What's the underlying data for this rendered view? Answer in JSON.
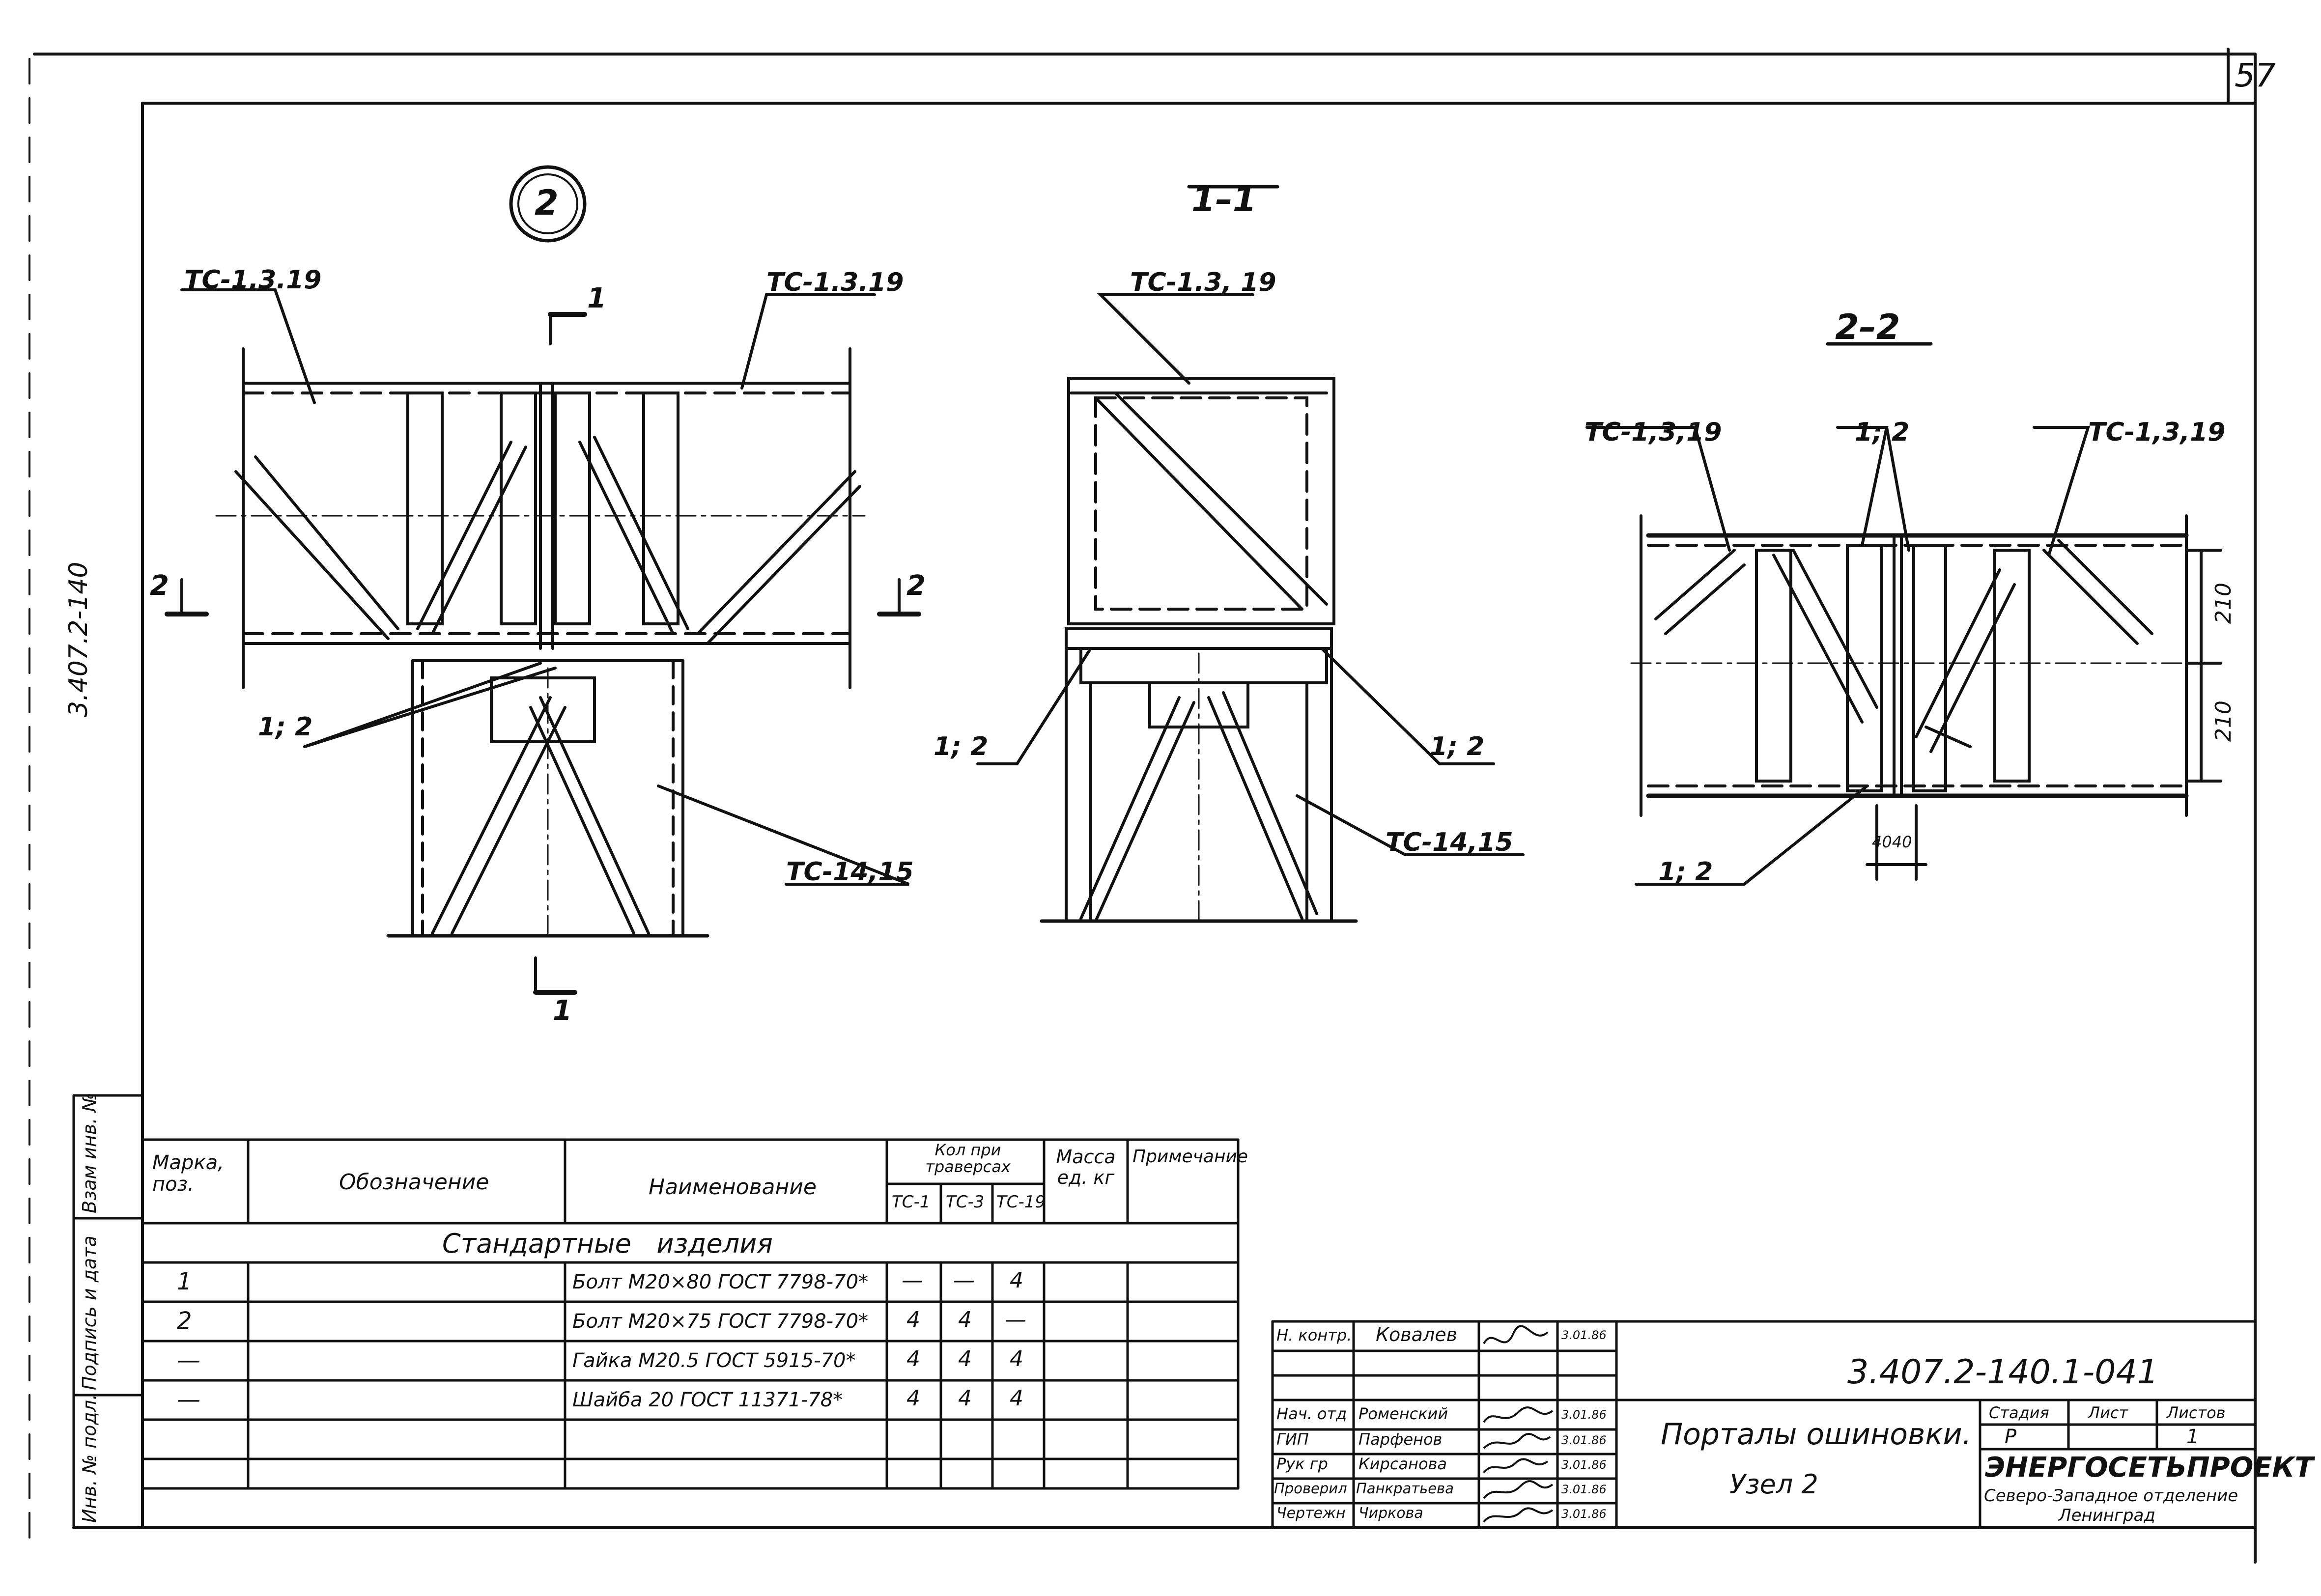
{
  "sheet_number": "57",
  "side_code": "3.407.2-140",
  "node_mark": "2",
  "sections": {
    "s11": "1–1",
    "s22": "2–2"
  },
  "cut_marks": {
    "one": "1",
    "two": "2"
  },
  "labels": {
    "tc_1_3_19_a": "ТС-1.3.19",
    "tc_1_3_19_b": "ТС-1.3, 19",
    "tc_1_3_19_c": "ТС-1,3,19",
    "tc_14_15_a": "ТС-14,15",
    "tc_14_15_b": "ТС-14,15",
    "pos_12": "1; 2",
    "dim_210": "210",
    "dim_4040": "4040"
  },
  "side_stamps": [
    "Взам инв. №",
    "Подпись и дата",
    "Инв. № подл."
  ],
  "spec_table": {
    "headers": {
      "mark": "Марка, поз.",
      "designation": "Обозначение",
      "name": "Наименование",
      "qty_group": "Кол при траверсах",
      "qty_cols": [
        "ТС-1",
        "ТС-3",
        "ТС-19"
      ],
      "mass": "Масса ед. кг",
      "note": "Примечание"
    },
    "section_title": "Стандартные   изделия",
    "rows": [
      {
        "mark": "1",
        "name": "Болт М20×80 ГОСТ 7798-70*",
        "q1": "—",
        "q2": "—",
        "q3": "4"
      },
      {
        "mark": "2",
        "name": "Болт М20×75 ГОСТ 7798-70*",
        "q1": "4",
        "q2": "4",
        "q3": "—"
      },
      {
        "mark": "—",
        "name": "Гайка М20.5 ГОСТ 5915-70*",
        "q1": "4",
        "q2": "4",
        "q3": "4"
      },
      {
        "mark": "—",
        "name": "Шайба 20 ГОСТ 11371-78*",
        "q1": "4",
        "q2": "4",
        "q3": "4"
      }
    ]
  },
  "title_block": {
    "doc_code": "3.407.2-140.1-041",
    "title_line1": "Порталы ошиновки.",
    "title_line2": "Узел 2",
    "stage_label": "Стадия",
    "sheet_label": "Лист",
    "sheets_label": "Листов",
    "stage": "Р",
    "sheets": "1",
    "org_name": "ЭНЕРГОСЕТЬПРОЕКТ",
    "org_branch": "Северо-Западное отделение",
    "org_city": "Ленинград",
    "staff": [
      {
        "role": "Н. контр.",
        "name": "Ковалев",
        "date": "3.01.86"
      },
      {
        "role": "Нач. отд",
        "name": "Роменский",
        "date": "3.01.86"
      },
      {
        "role": "ГИП",
        "name": "Парфенов",
        "date": "3.01.86"
      },
      {
        "role": "Рук гр",
        "name": "Кирсанова",
        "date": "3.01.86"
      },
      {
        "role": "Проверил",
        "name": "Панкратьева",
        "date": "3.01.86"
      },
      {
        "role": "Чертежн",
        "name": "Чиркова",
        "date": "3.01.86"
      }
    ]
  }
}
